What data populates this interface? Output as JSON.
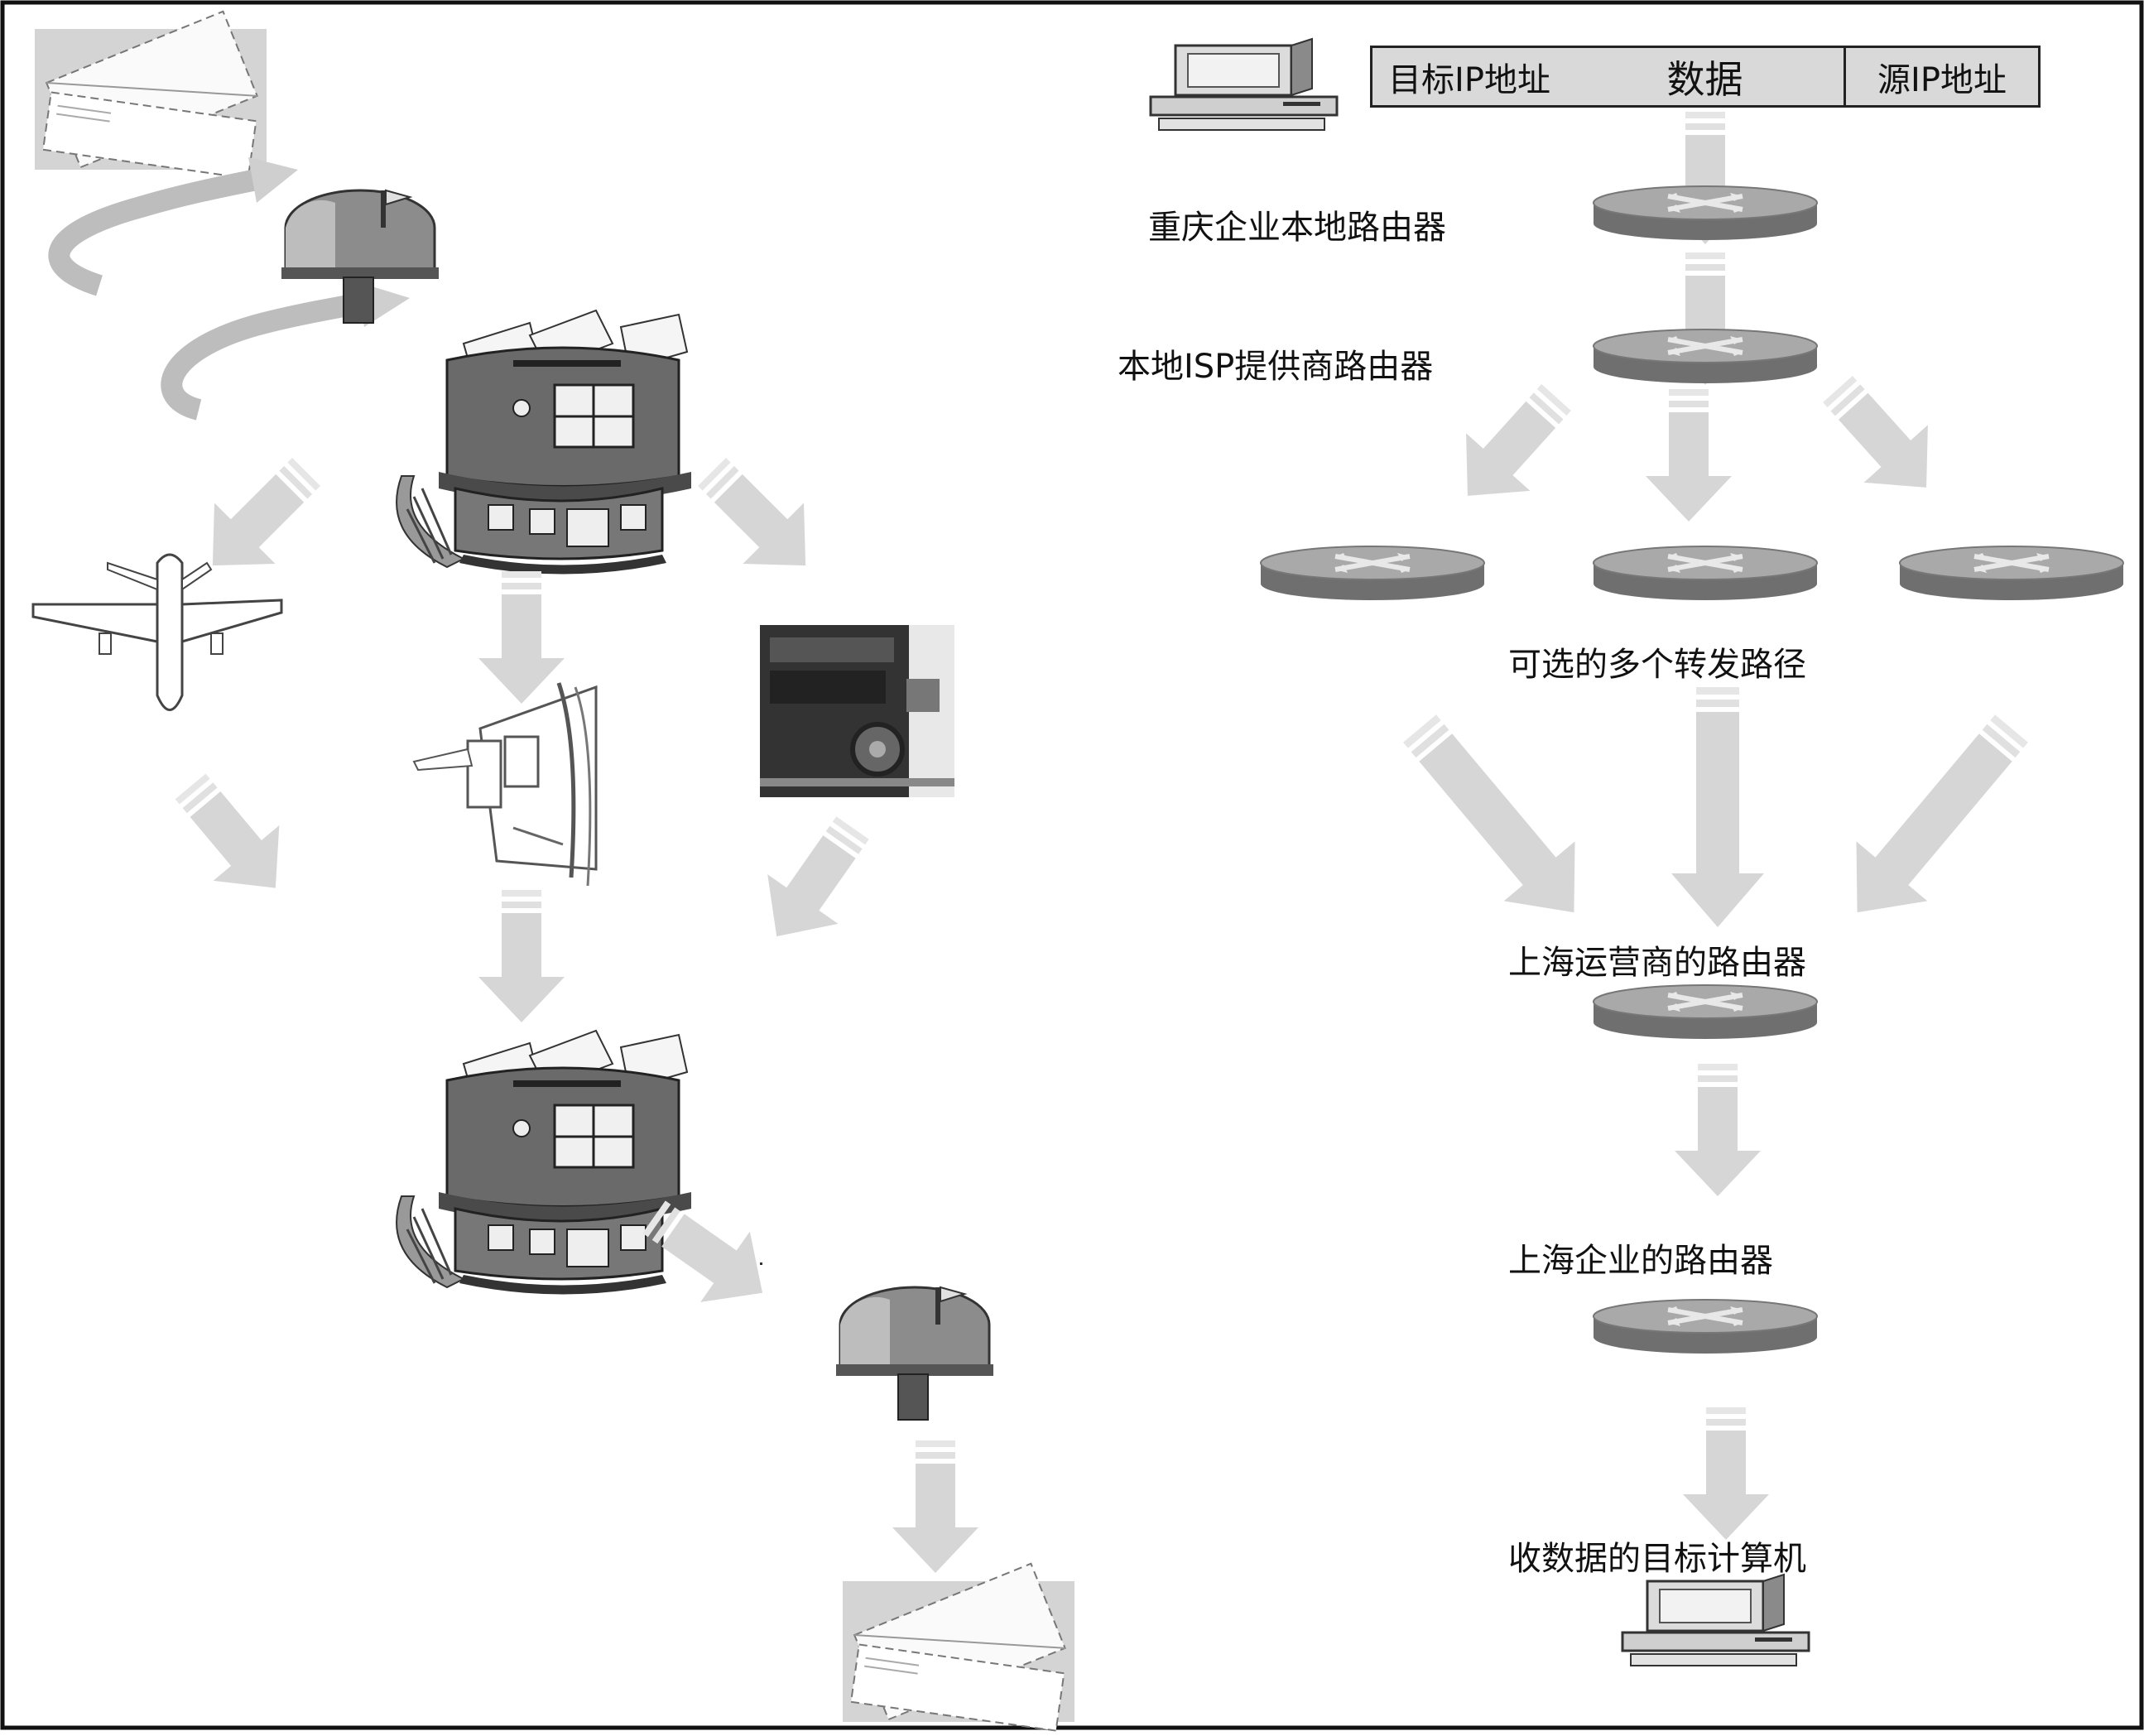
{
  "packet": {
    "dest_ip": "目标IP地址",
    "data": "数据",
    "src_ip": "源IP地址"
  },
  "labels": {
    "chongqing_router": "重庆企业本地路由器",
    "isp_router": "本地ISP提供商路由器",
    "multi_paths": "可选的多个转发路径",
    "shanghai_carrier_router": "上海运营商的路由器",
    "shanghai_company_router": "上海企业的路由器",
    "dest_computer": "收数据的目标计算机"
  },
  "colors": {
    "arrow": "#d6d6d6",
    "router_top": "#a9a9a9",
    "router_side": "#6f6f6f",
    "dark": "#4a4a4a",
    "border": "#111111"
  }
}
